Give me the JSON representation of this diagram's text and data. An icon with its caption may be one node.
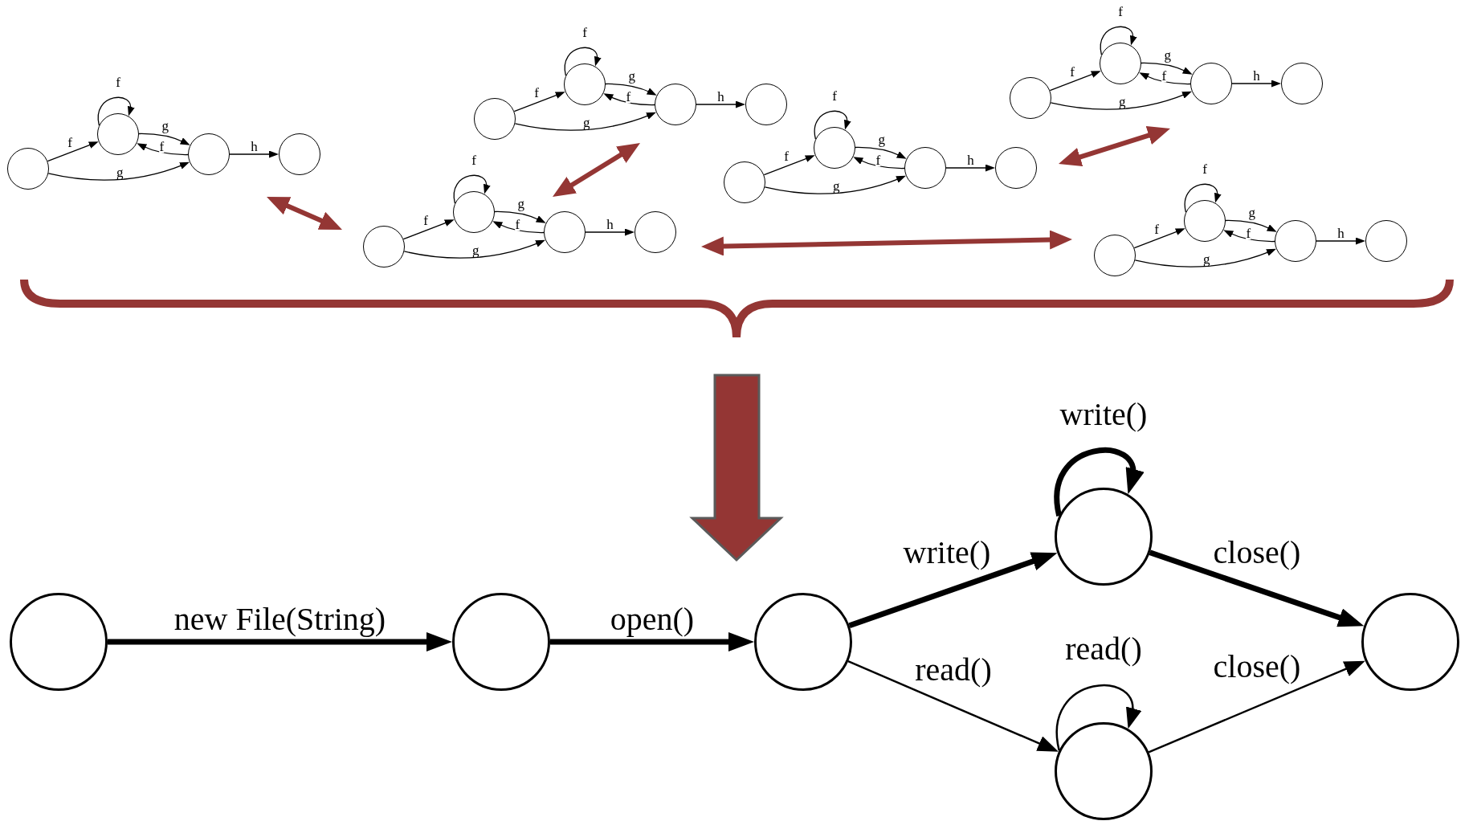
{
  "diagram": {
    "nodes": [
      {
        "text": [],
        "shape": "group"
      },
      {
        "text": [],
        "shape": "circle",
        "in": 0
      },
      {
        "text": [],
        "shape": "circle",
        "in": 0
      },
      {
        "text": [],
        "shape": "circle",
        "in": 0
      },
      {
        "text": [],
        "shape": "circle",
        "in": 0
      },
      {
        "text": [],
        "shape": "group"
      },
      {
        "text": [],
        "shape": "circle",
        "in": 5
      },
      {
        "text": [],
        "shape": "circle",
        "in": 5
      },
      {
        "text": [],
        "shape": "circle",
        "in": 5
      },
      {
        "text": [],
        "shape": "circle",
        "in": 5
      },
      {
        "text": [],
        "shape": "group"
      },
      {
        "text": [],
        "shape": "circle",
        "in": 10
      },
      {
        "text": [],
        "shape": "circle",
        "in": 10
      },
      {
        "text": [],
        "shape": "circle",
        "in": 10
      },
      {
        "text": [],
        "shape": "circle",
        "in": 10
      },
      {
        "text": [],
        "shape": "group"
      },
      {
        "text": [],
        "shape": "circle",
        "in": 15
      },
      {
        "text": [],
        "shape": "circle",
        "in": 15
      },
      {
        "text": [],
        "shape": "circle",
        "in": 15
      },
      {
        "text": [],
        "shape": "circle",
        "in": 15
      },
      {
        "text": [],
        "shape": "group"
      },
      {
        "text": [],
        "shape": "circle",
        "in": 20
      },
      {
        "text": [],
        "shape": "circle",
        "in": 20
      },
      {
        "text": [],
        "shape": "circle",
        "in": 20
      },
      {
        "text": [],
        "shape": "circle",
        "in": 20
      },
      {
        "text": [],
        "shape": "group"
      },
      {
        "text": [],
        "shape": "circle",
        "in": 25
      },
      {
        "text": [],
        "shape": "circle",
        "in": 25
      },
      {
        "text": [],
        "shape": "circle",
        "in": 25
      },
      {
        "text": [],
        "shape": "circle",
        "in": 25
      },
      {
        "text": [],
        "shape": "circle"
      },
      {
        "text": [],
        "shape": "circle"
      },
      {
        "text": [],
        "shape": "circle"
      },
      {
        "text": [],
        "shape": "circle"
      },
      {
        "text": [],
        "shape": "circle"
      },
      {
        "text": [],
        "shape": "circle"
      }
    ],
    "edges": [
      {
        "from": 1,
        "to": 2,
        "arrow": "to",
        "label": "f"
      },
      {
        "from": 2,
        "to": 2,
        "arrow": "to",
        "label": "f"
      },
      {
        "from": 2,
        "to": 3,
        "arrow": "to",
        "label": "g"
      },
      {
        "from": 3,
        "to": 2,
        "arrow": "to",
        "label": "f"
      },
      {
        "from": 1,
        "to": 3,
        "arrow": "to",
        "label": "g"
      },
      {
        "from": 3,
        "to": 4,
        "arrow": "to",
        "label": "h"
      },
      {
        "from": 6,
        "to": 7,
        "arrow": "to",
        "label": "f"
      },
      {
        "from": 7,
        "to": 7,
        "arrow": "to",
        "label": "f"
      },
      {
        "from": 7,
        "to": 8,
        "arrow": "to",
        "label": "g"
      },
      {
        "from": 8,
        "to": 7,
        "arrow": "to",
        "label": "f"
      },
      {
        "from": 6,
        "to": 8,
        "arrow": "to",
        "label": "g"
      },
      {
        "from": 8,
        "to": 9,
        "arrow": "to",
        "label": "h"
      },
      {
        "from": 11,
        "to": 12,
        "arrow": "to",
        "label": "f"
      },
      {
        "from": 12,
        "to": 12,
        "arrow": "to",
        "label": "f"
      },
      {
        "from": 12,
        "to": 13,
        "arrow": "to",
        "label": "g"
      },
      {
        "from": 13,
        "to": 12,
        "arrow": "to",
        "label": "f"
      },
      {
        "from": 11,
        "to": 13,
        "arrow": "to",
        "label": "g"
      },
      {
        "from": 13,
        "to": 14,
        "arrow": "to",
        "label": "h"
      },
      {
        "from": 16,
        "to": 17,
        "arrow": "to",
        "label": "f"
      },
      {
        "from": 17,
        "to": 17,
        "arrow": "to",
        "label": "f"
      },
      {
        "from": 17,
        "to": 18,
        "arrow": "to",
        "label": "g"
      },
      {
        "from": 18,
        "to": 17,
        "arrow": "to",
        "label": "f"
      },
      {
        "from": 16,
        "to": 18,
        "arrow": "to",
        "label": "g"
      },
      {
        "from": 18,
        "to": 19,
        "arrow": "to",
        "label": "h"
      },
      {
        "from": 21,
        "to": 22,
        "arrow": "to",
        "label": "f"
      },
      {
        "from": 22,
        "to": 22,
        "arrow": "to",
        "label": "f"
      },
      {
        "from": 22,
        "to": 23,
        "arrow": "to",
        "label": "g"
      },
      {
        "from": 23,
        "to": 22,
        "arrow": "to",
        "label": "f"
      },
      {
        "from": 21,
        "to": 23,
        "arrow": "to",
        "label": "g"
      },
      {
        "from": 23,
        "to": 24,
        "arrow": "to",
        "label": "h"
      },
      {
        "from": 26,
        "to": 27,
        "arrow": "to",
        "label": "f"
      },
      {
        "from": 27,
        "to": 27,
        "arrow": "to",
        "label": "f"
      },
      {
        "from": 27,
        "to": 28,
        "arrow": "to",
        "label": "g"
      },
      {
        "from": 28,
        "to": 27,
        "arrow": "to",
        "label": "f"
      },
      {
        "from": 26,
        "to": 28,
        "arrow": "to",
        "label": "g"
      },
      {
        "from": 28,
        "to": 29,
        "arrow": "to",
        "label": "h"
      },
      {
        "from": 0,
        "to": 10,
        "arrow": "both",
        "style": "thick",
        "color": "#943634"
      },
      {
        "from": 10,
        "to": 5,
        "arrow": "both",
        "style": "thick",
        "color": "#943634"
      },
      {
        "from": 10,
        "to": 25,
        "arrow": "both",
        "style": "thick",
        "color": "#943634"
      },
      {
        "from": 15,
        "to": 20,
        "arrow": "both",
        "style": "thick",
        "color": "#943634"
      },
      {
        "from": 30,
        "to": 31,
        "arrow": "to",
        "label": "new File(String)",
        "style": "thick"
      },
      {
        "from": 31,
        "to": 32,
        "arrow": "to",
        "label": "open()",
        "style": "thick"
      },
      {
        "from": 32,
        "to": 33,
        "arrow": "to",
        "label": "write()",
        "style": "thick"
      },
      {
        "from": 33,
        "to": 33,
        "arrow": "to",
        "label": "write()",
        "style": "thick"
      },
      {
        "from": 33,
        "to": 35,
        "arrow": "to",
        "label": "close()",
        "style": "thick"
      },
      {
        "from": 32,
        "to": 34,
        "arrow": "to",
        "label": "read()"
      },
      {
        "from": 34,
        "to": 34,
        "arrow": "to",
        "label": "read()"
      },
      {
        "from": 34,
        "to": 35,
        "arrow": "to",
        "label": "close()"
      }
    ]
  }
}
